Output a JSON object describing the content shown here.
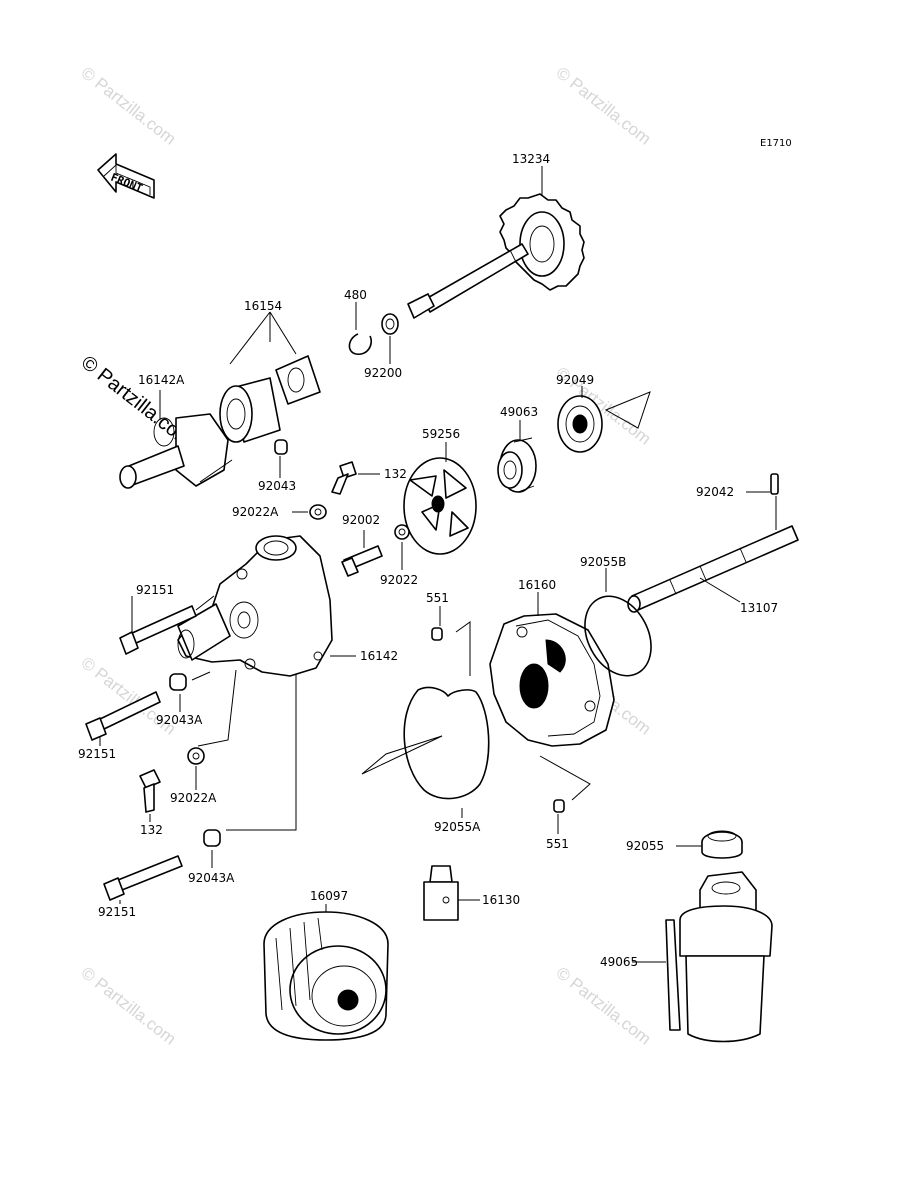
{
  "diagram_code": "E1710",
  "front_label": "FRONT",
  "watermark": "© Partzilla.com",
  "parts": {
    "p13234": "13234",
    "p480": "480",
    "p16154": "16154",
    "p92200": "92200",
    "p16142A": "16142A",
    "p92049": "92049",
    "p49063": "49063",
    "p59256": "59256",
    "p92043_top": "92043",
    "p132_top": "132",
    "p92042": "92042",
    "p92022A_top": "92022A",
    "p92002": "92002",
    "p92022": "92022",
    "p92055B": "92055B",
    "p16160": "16160",
    "p92151_a": "92151",
    "p551_top": "551",
    "p13107": "13107",
    "p16142": "16142",
    "p92043A_top": "92043A",
    "p92151_b": "92151",
    "p92022A_bot": "92022A",
    "p132_bot": "132",
    "p92055A": "92055A",
    "p551_bot": "551",
    "p92055": "92055",
    "p92043A_bot": "92043A",
    "p92151_c": "92151",
    "p16097": "16097",
    "p16130": "16130",
    "p49065": "49065"
  }
}
